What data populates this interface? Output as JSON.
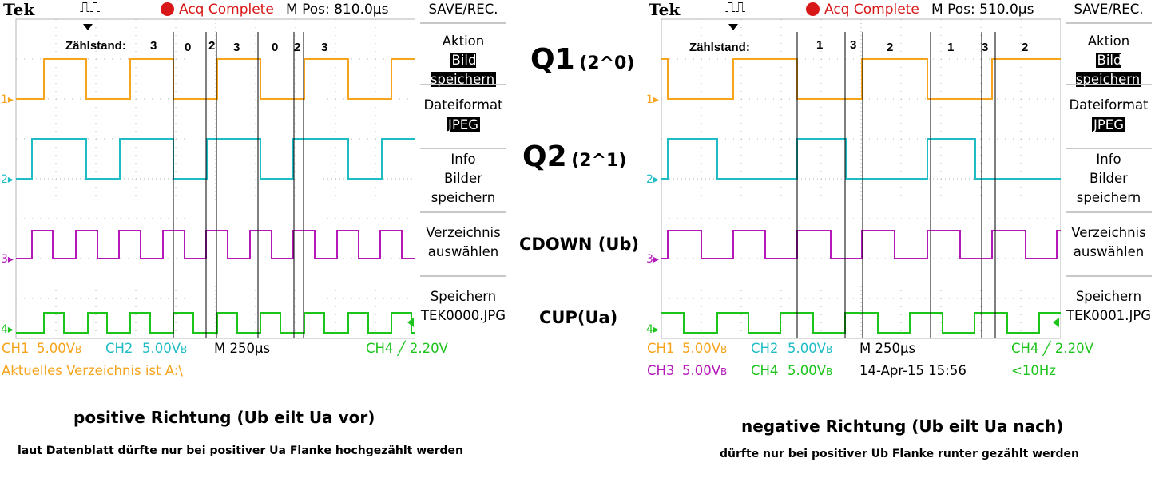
{
  "left": {
    "brand": "Tek",
    "acq": "Acq Complete",
    "mpos": "M Pos: 810.0µs",
    "menu_title": "SAVE/REC.",
    "menu": [
      {
        "line1": "Aktion",
        "line2": "Bild speichern",
        "highlight": true
      },
      {
        "line1": "Dateiformat",
        "line2": "JPEG",
        "highlight": true
      },
      {
        "line1": "Info",
        "line2": "Bilder",
        "line3": "speichern"
      },
      {
        "line1": "Verzeichnis",
        "line2": "auswählen"
      },
      {
        "line1": "Speichern",
        "line2": "TEK0000.JPG"
      }
    ],
    "zaehlstand_label": "Zählstand:",
    "zaehlstand_values": [
      "3",
      "0",
      "2",
      "3",
      "0",
      "2",
      "3"
    ],
    "ch_markers": [
      "1",
      "2",
      "3",
      "4"
    ],
    "status": {
      "ch1": "CH1",
      "ch1_val": "5.00V",
      "ch2": "CH2",
      "ch2_val": "5.00V",
      "bw": "B",
      "timebase": "M 250µs",
      "trigger": "CH4 ╱ 2.20V",
      "line2": "Aktuelles Verzeichnis ist A:\\"
    }
  },
  "right": {
    "brand": "Tek",
    "acq": "Acq Complete",
    "mpos": "M Pos: 510.0µs",
    "menu_title": "SAVE/REC.",
    "menu": [
      {
        "line1": "Aktion",
        "line2": "Bild speichern",
        "highlight": true
      },
      {
        "line1": "Dateiformat",
        "line2": "JPEG",
        "highlight": true
      },
      {
        "line1": "Info",
        "line2": "Bilder",
        "line3": "speichern"
      },
      {
        "line1": "Verzeichnis",
        "line2": "auswählen"
      },
      {
        "line1": "Speichern",
        "line2": "TEK0001.JPG"
      }
    ],
    "zaehlstand_label": "Zählstand:",
    "zaehlstand_values": [
      "1",
      "3",
      "2",
      "1",
      "3",
      "2"
    ],
    "ch_markers": [
      "1",
      "2",
      "3",
      "4"
    ],
    "status": {
      "ch1": "CH1",
      "ch1_val": "5.00V",
      "ch2": "CH2",
      "ch2_val": "5.00V",
      "bw": "B",
      "timebase": "M 250µs",
      "trigger": "CH4 ╱ 2.20V",
      "ch3": "CH3",
      "ch3_val": "5.00V",
      "ch4": "CH4",
      "ch4_val": "5.00V",
      "date": "14-Apr-15 15:56",
      "freq": "<10Hz"
    }
  },
  "center": {
    "q1": "Q1",
    "q1_sub": "(2^0)",
    "q2": "Q2",
    "q2_sub": "(2^1)",
    "cdown": "CDOWN (Ub)",
    "cup": "CUP(Ua)"
  },
  "captions": {
    "left_title": "positive Richtung (Ub eilt Ua vor)",
    "left_note": "laut Datenblatt dürfte nur bei positiver Ua Flanke hochgezählt werden",
    "right_title": "negative Richtung (Ub eilt Ua nach)",
    "right_note": "dürfte nur bei positiver Ub Flanke runter gezählt werden"
  },
  "colors": {
    "ch1": "#f5a41c",
    "ch2": "#1ebcc4",
    "ch3": "#b418b8",
    "ch4": "#1cc41c",
    "acq": "#d81818",
    "grid": "#b4b4b4"
  }
}
